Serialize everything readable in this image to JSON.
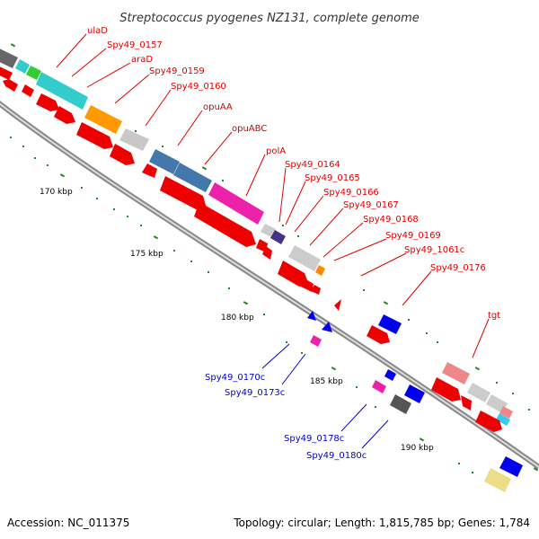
{
  "title": "Streptococcus pyogenes NZ131, complete genome",
  "footer": {
    "accession": "Accession: NC_011375",
    "summary": "Topology: circular; Length: 1,815,785 bp; Genes: 1,784"
  },
  "scale_labels": [
    "170 kbp",
    "175 kbp",
    "180 kbp",
    "185 kbp",
    "190 kbp"
  ],
  "forward_gene_labels": [
    "ulaD",
    "Spy49_0157",
    "araD",
    "Spy49_0159",
    "Spy49_0160",
    "opuAA",
    "opuABC",
    "polA",
    "Spy49_0164",
    "Spy49_0165",
    "Spy49_0166",
    "Spy49_0167",
    "Spy49_0168",
    "Spy49_0169",
    "Spy49_1061c",
    "Spy49_0176",
    "tgt"
  ],
  "reverse_gene_labels": [
    "Spy49_0170c",
    "Spy49_0173c",
    "Spy49_0178c",
    "Spy49_0180c"
  ],
  "colors": {
    "forward_label": "#dd0000",
    "reverse_label": "#0000cc",
    "forward_gene": "#ee0000",
    "reverse_gene": "#0000ee",
    "backbone": "#808080",
    "gc_skew_ticks": "#1f8a1f",
    "cog_cyan": "#33cccc",
    "cog_orange": "#ff8800",
    "cog_steelblue": "#4477aa",
    "cog_magenta": "#ee22aa",
    "cog_purple": "#443388",
    "cog_grey": "#bbbbbb",
    "cog_dark": "#555555",
    "cog_pink": "#ee8888",
    "cog_khaki": "#eedd88",
    "cog_green": "#33cc33"
  }
}
